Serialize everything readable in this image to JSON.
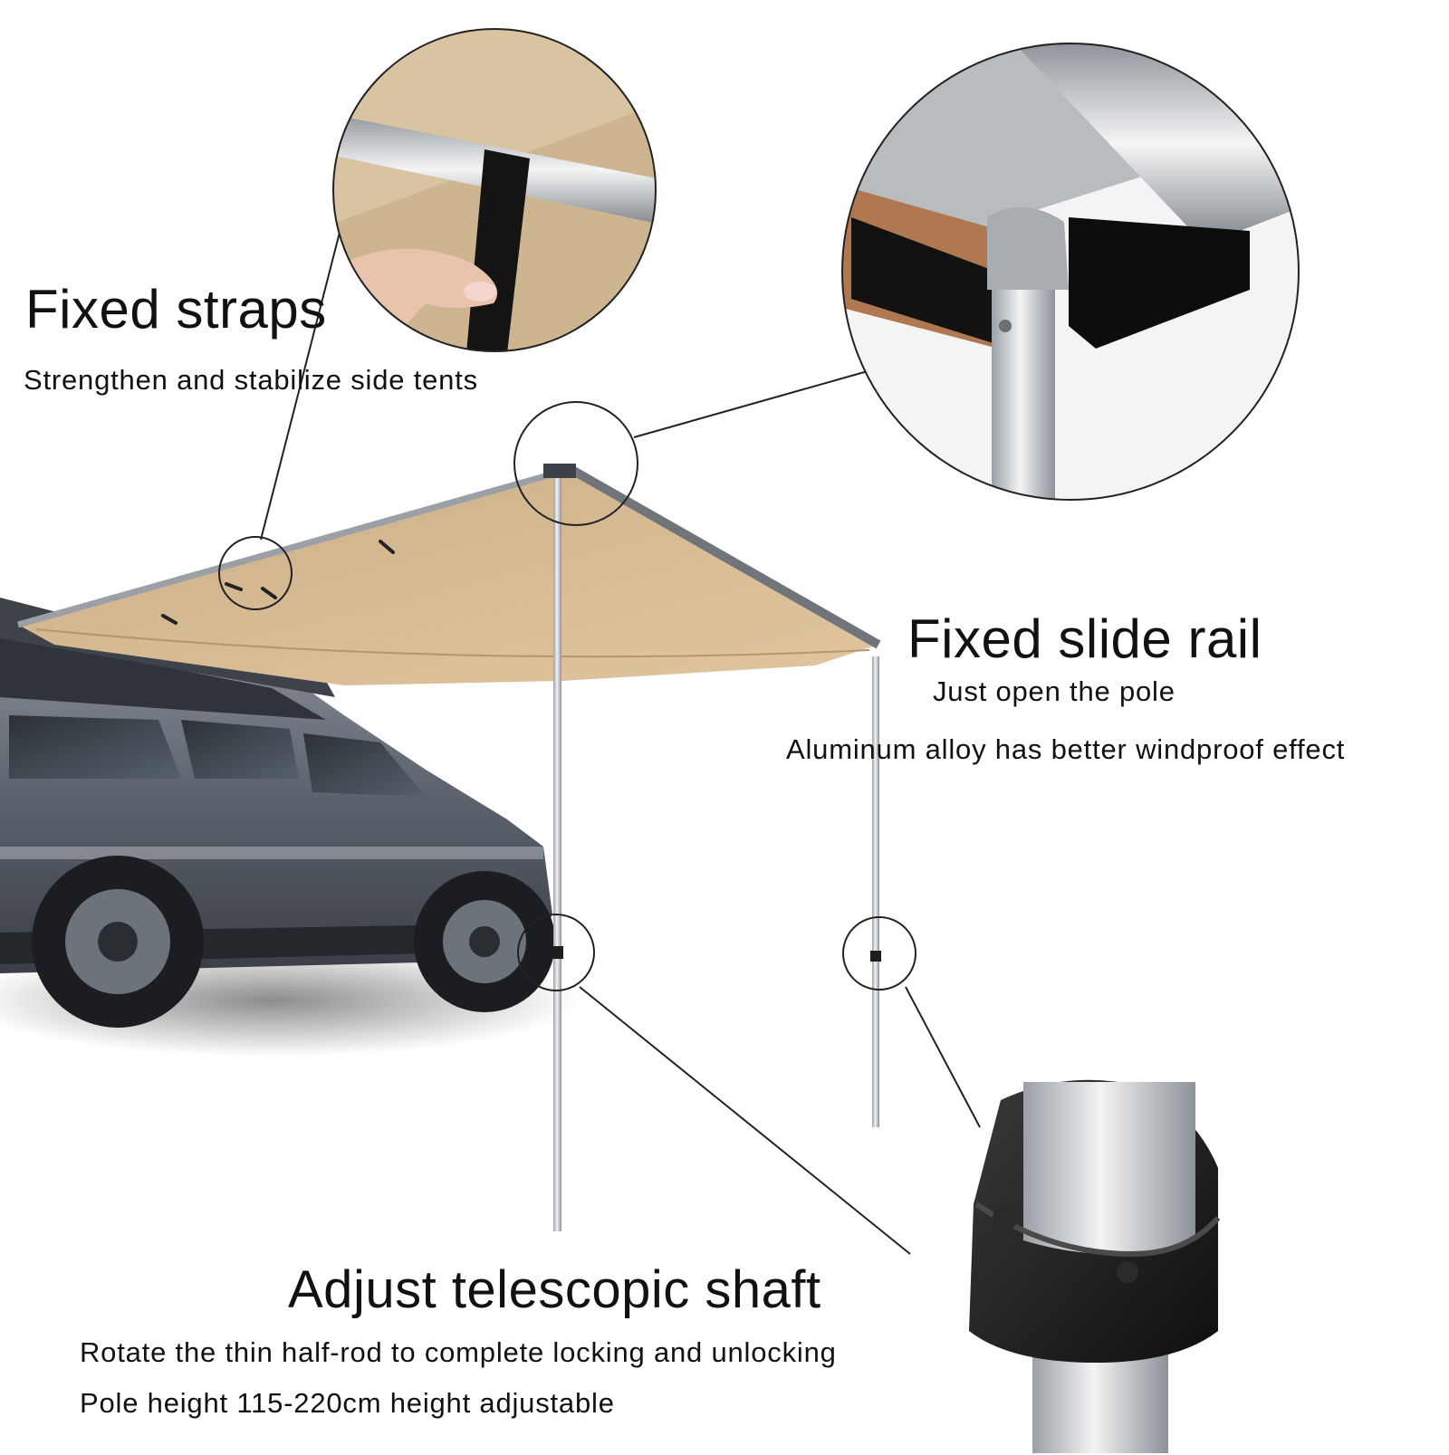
{
  "callouts": {
    "fixed_straps": {
      "title": "Fixed straps",
      "subtitle": "Strengthen and stabilize side tents"
    },
    "fixed_slide_rail": {
      "title": "Fixed slide rail",
      "line1": "Just open the pole",
      "line2": "Aluminum alloy has better windproof effect"
    },
    "telescopic_shaft": {
      "title": "Adjust telescopic shaft",
      "line1": "Rotate the thin half-rod to complete locking and unlocking",
      "line2": "Pole height 115-220cm height adjustable"
    }
  },
  "colors": {
    "awning_fabric": "#d7bb92",
    "aluminum": "#c9ccd0",
    "vehicle_body": "#5f6670",
    "background": "#ffffff",
    "text": "#111111"
  }
}
